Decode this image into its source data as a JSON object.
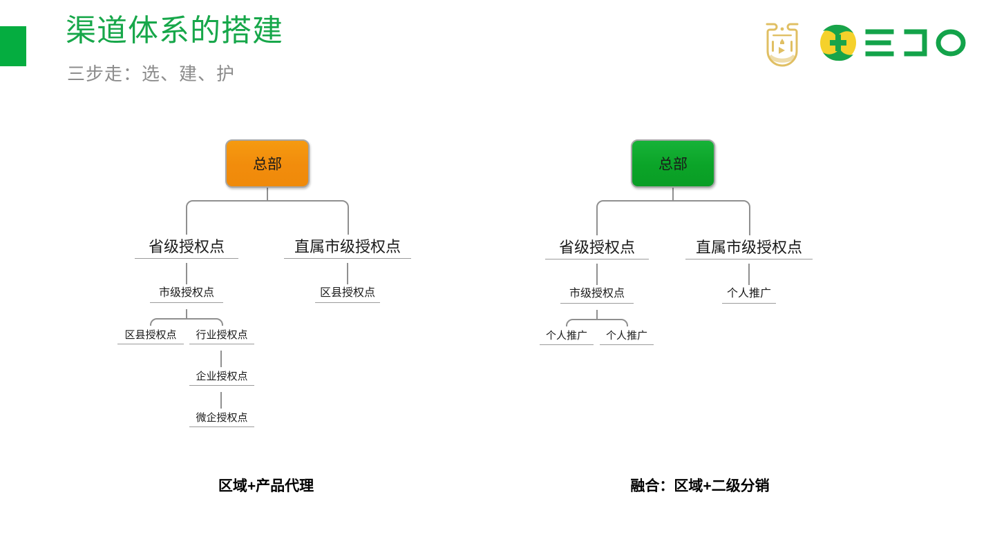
{
  "header": {
    "title": "渠道体系的搭建",
    "subtitle": "三步走：选、建、护",
    "accent_color": "#05ad40",
    "title_color": "#17a74a",
    "subtitle_color": "#8c8c8c"
  },
  "logos": [
    {
      "name": "360-shield-badge",
      "text": "360",
      "color": "#e0bf63"
    },
    {
      "name": "360-brand-logo",
      "text": "360",
      "mark_colors": [
        "#f5d12b",
        "#18a44a"
      ],
      "word_color": "#13a34a"
    }
  ],
  "diagrams": [
    {
      "id": "left",
      "caption": "区域+产品代理",
      "root": {
        "label": "总部",
        "fill": "#f28c0c",
        "border": "#a6a6a6"
      },
      "nodes": [
        {
          "id": "l-prov",
          "label": "省级授权点",
          "level": 1
        },
        {
          "id": "l-city0",
          "label": "直属市级授权点",
          "level": 1
        },
        {
          "id": "l-city",
          "label": "市级授权点",
          "level": 2
        },
        {
          "id": "l-qx0",
          "label": "区县授权点",
          "level": 2
        },
        {
          "id": "l-qx",
          "label": "区县授权点",
          "level": 3
        },
        {
          "id": "l-hy",
          "label": "行业授权点",
          "level": 3
        },
        {
          "id": "l-qy",
          "label": "企业授权点",
          "level": 3
        },
        {
          "id": "l-wq",
          "label": "微企授权点",
          "level": 3
        }
      ]
    },
    {
      "id": "right",
      "caption": "融合：区域+二级分销",
      "root": {
        "label": "总部",
        "fill": "#0ba428",
        "border": "#a6a6a6"
      },
      "nodes": [
        {
          "id": "r-prov",
          "label": "省级授权点",
          "level": 1
        },
        {
          "id": "r-city0",
          "label": "直属市级授权点",
          "level": 1
        },
        {
          "id": "r-city",
          "label": "市级授权点",
          "level": 2
        },
        {
          "id": "r-grp0",
          "label": "个人推广",
          "level": 2
        },
        {
          "id": "r-grp1",
          "label": "个人推广",
          "level": 3
        },
        {
          "id": "r-grp2",
          "label": "个人推广",
          "level": 3
        }
      ]
    }
  ],
  "connector_color": "#8f8f8f"
}
